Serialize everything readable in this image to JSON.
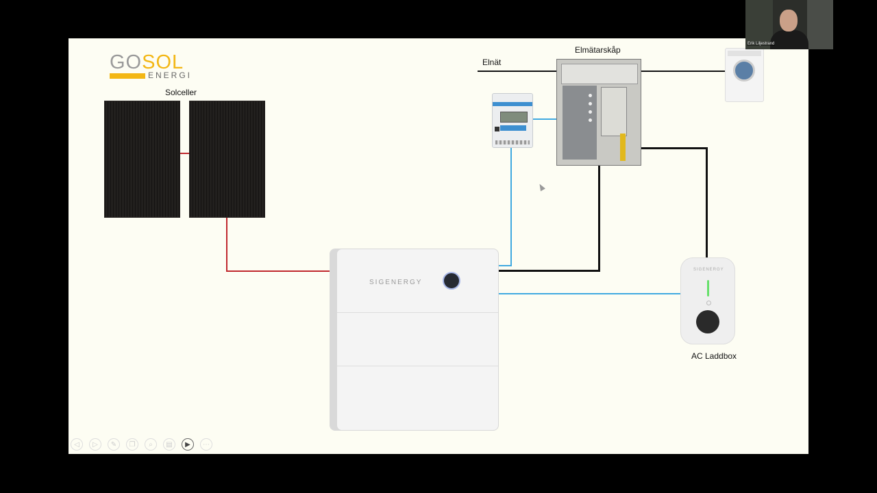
{
  "slide": {
    "labels": {
      "solar_panels": "Solceller",
      "grid": "Elnät",
      "meter_cabinet": "Elmätarskåp",
      "ac_charger": "AC Laddbox"
    },
    "logo": {
      "line1_prefix": "GO",
      "line1_suffix": "SOL",
      "line2": "ENERGI"
    },
    "battery": {
      "brand": "SIGENERGY"
    },
    "charger": {
      "brand": "SIGENERGY"
    }
  },
  "wire_colors": {
    "dc": "#c0282d",
    "ac": "#111111",
    "communication": "#3fa9e0"
  },
  "toolbar": {
    "buttons": [
      {
        "icon": "arrow-left-icon",
        "glyph": "◁",
        "active": false
      },
      {
        "icon": "play-icon",
        "glyph": "▷",
        "active": false
      },
      {
        "icon": "pen-icon",
        "glyph": "✎",
        "active": false
      },
      {
        "icon": "copy-icon",
        "glyph": "❐",
        "active": false
      },
      {
        "icon": "zoom-icon",
        "glyph": "⌕",
        "active": false
      },
      {
        "icon": "slides-icon",
        "glyph": "▤",
        "active": false
      },
      {
        "icon": "video-icon",
        "glyph": "▶",
        "active": true
      },
      {
        "icon": "more-icon",
        "glyph": "⋯",
        "active": false
      }
    ]
  },
  "webcam": {
    "participant_name": "Erik Liljestrand"
  }
}
